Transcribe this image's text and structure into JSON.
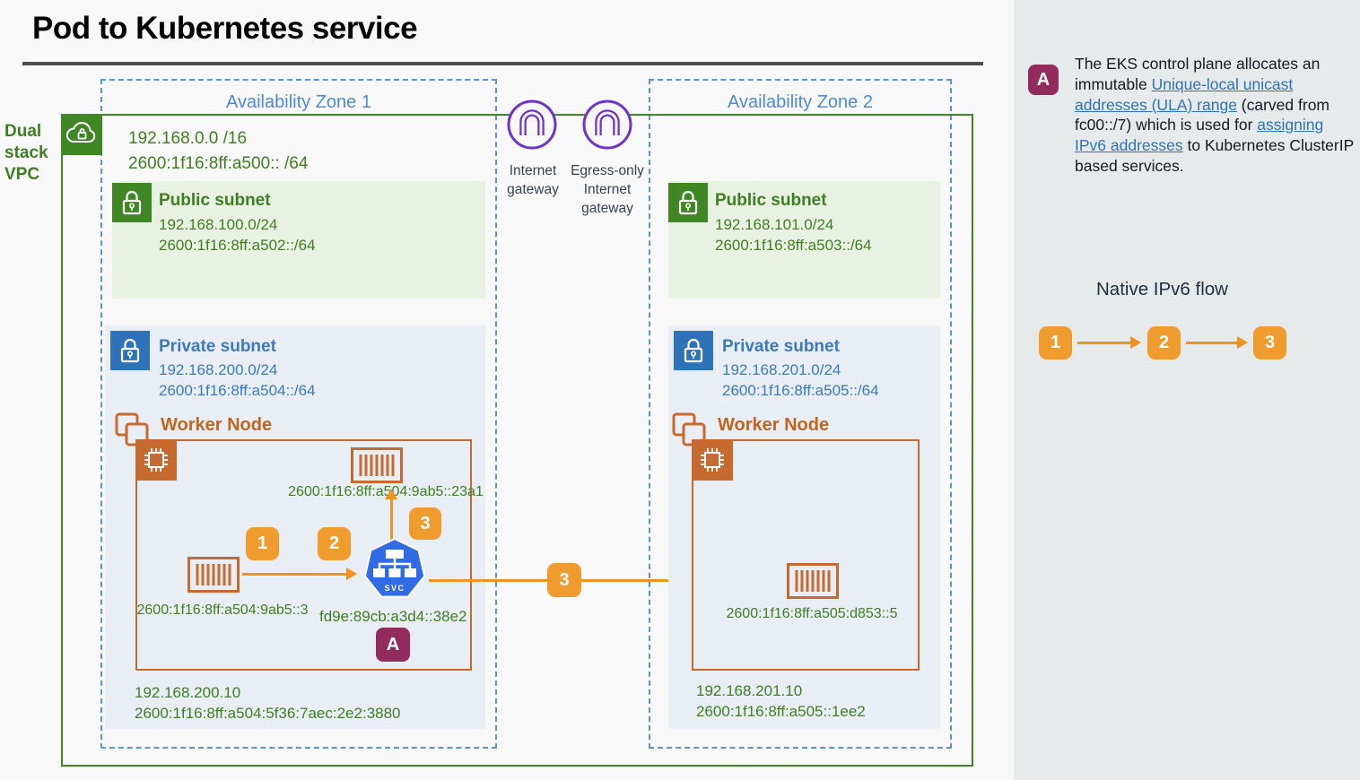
{
  "title": "Pod to Kubernetes service",
  "vpc": {
    "label": "Dual stack VPC",
    "cidr_ipv4": "192.168.0.0 /16",
    "cidr_ipv6": "2600:1f16:8ff:a500:: /64"
  },
  "gateways": {
    "internet": "Internet gateway",
    "egress_only": "Egress-only Internet gateway"
  },
  "az1": {
    "label": "Availability Zone 1",
    "public_subnet": {
      "title": "Public subnet",
      "ipv4": "192.168.100.0/24",
      "ipv6": "2600:1f16:8ff:a502::/64"
    },
    "private_subnet": {
      "title": "Private subnet",
      "ipv4": "192.168.200.0/24",
      "ipv6": "2600:1f16:8ff:a504::/64"
    },
    "worker_node": {
      "title": "Worker Node",
      "source_pod_ipv6": "2600:1f16:8ff:a504:9ab5::3",
      "destination_pod_ipv6": "2600:1f16:8ff:a504:9ab5::23a1",
      "service_label": "SVC",
      "service_cluster_ip": "fd9e:89cb:a3d4::38e2"
    },
    "node_ipv4": "192.168.200.10",
    "node_ipv6": "2600:1f16:8ff:a504:5f36:7aec:2e2:3880"
  },
  "az2": {
    "label": "Availability Zone 2",
    "public_subnet": {
      "title": "Public subnet",
      "ipv4": "192.168.101.0/24",
      "ipv6": "2600:1f16:8ff:a503::/64"
    },
    "private_subnet": {
      "title": "Private subnet",
      "ipv4": "192.168.201.0/24",
      "ipv6": "2600:1f16:8ff:a505::/64"
    },
    "worker_node": {
      "title": "Worker Node",
      "pod_ipv6": "2600:1f16:8ff:a505:d853::5"
    },
    "node_ipv4": "192.168.201.10",
    "node_ipv6": "2600:1f16:8ff:a505::1ee2"
  },
  "flow": {
    "steps": [
      "1",
      "2",
      "3"
    ]
  },
  "annotation": {
    "marker": "A"
  },
  "sidebar": {
    "note": {
      "t1": "The EKS control plane allocates an immutable ",
      "l1": "Unique-local unicast addresses (ULA) range",
      "t2": " (carved from fc00::/7) which is used for ",
      "l2": "assigning IPv6 addresses",
      "t3": " to Kubernetes ClusterIP based services."
    },
    "flow_title": "Native IPv6 flow"
  },
  "colors": {
    "vpc_green": "#3F8624",
    "green_text": "#3F7E23",
    "subnet_public_bg": "#E9F1E2",
    "private_blue": "#2E73B8",
    "private_text": "#3B7AC2",
    "subnet_private_bg": "#E9EDF4",
    "az_border": "#5E93D1",
    "az_label": "#4D8BD8",
    "worker_orange": "#C66A30",
    "worker_label": "#C3641F",
    "flow_badge": "#F09B2E",
    "flow_arrow": "#F0941F",
    "gateway_purple": "#6E34C9",
    "annotation_magenta": "#922B5E",
    "kubernetes_blue": "#326CE5",
    "text_dark": "#232F3E",
    "link_blue": "#2E73B8",
    "sidebar_bg": "#E6EAEB",
    "page_bg": "#F9F8F8"
  }
}
